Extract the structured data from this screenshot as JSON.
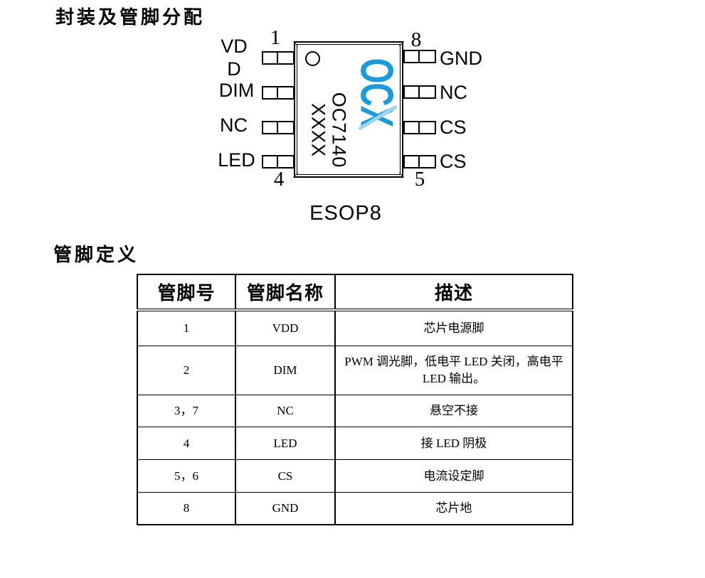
{
  "doc": {
    "section_package_title": "封装及管脚分配",
    "section_pins_title": "管脚定义"
  },
  "package": {
    "name": "ESOP8"
  },
  "chip": {
    "part_number": "OC7140",
    "marking": "XXXX",
    "logo_text": "OCX",
    "colors": {
      "logo_blue": "#1E9AD6",
      "logo_stripe": "#9ED4F0",
      "line_black": "#000000",
      "background": "#FFFFFF"
    },
    "left_pins": [
      {
        "number": "1",
        "label": "VDD",
        "display": "VD D"
      },
      {
        "label": "DIM",
        "display": "DIM"
      },
      {
        "label": "NC",
        "display": "NC"
      },
      {
        "number": "4",
        "label": "LED",
        "display": "LED"
      }
    ],
    "right_pins": [
      {
        "number": "8",
        "label": "GND",
        "display": "GND"
      },
      {
        "label": "NC",
        "display": "NC"
      },
      {
        "label": "CS",
        "display": "CS"
      },
      {
        "number": "5",
        "label": "CS",
        "display": "CS"
      }
    ]
  },
  "pin_table": {
    "headers": [
      "管脚号",
      "管脚名称",
      "描述"
    ],
    "rows": [
      [
        "1",
        "VDD",
        "芯片电源脚"
      ],
      [
        "2",
        "DIM",
        "PWM 调光脚，低电平 LED 关闭，高电平 LED 输出。"
      ],
      [
        "3，7",
        "NC",
        "悬空不接"
      ],
      [
        "4",
        "LED",
        "接 LED 阴极"
      ],
      [
        "5，6",
        "CS",
        "电流设定脚"
      ],
      [
        "8",
        "GND",
        "芯片地"
      ]
    ]
  }
}
